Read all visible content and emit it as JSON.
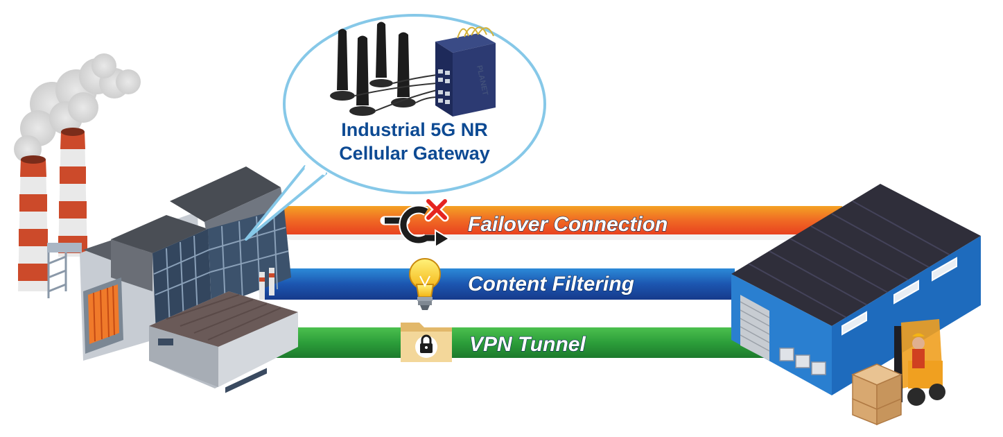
{
  "callout": {
    "line1": "Industrial 5G NR",
    "line2": "Cellular Gateway"
  },
  "device": {
    "brand": "PLANET"
  },
  "features": [
    {
      "label": "Failover Connection",
      "icon": "failover-icon",
      "color": "#f0602a"
    },
    {
      "label": "Content Filtering",
      "icon": "lightbulb-icon",
      "color": "#1f5fb4"
    },
    {
      "label": "VPN Tunnel",
      "icon": "lock-folder-icon",
      "color": "#2f9e3c"
    }
  ]
}
